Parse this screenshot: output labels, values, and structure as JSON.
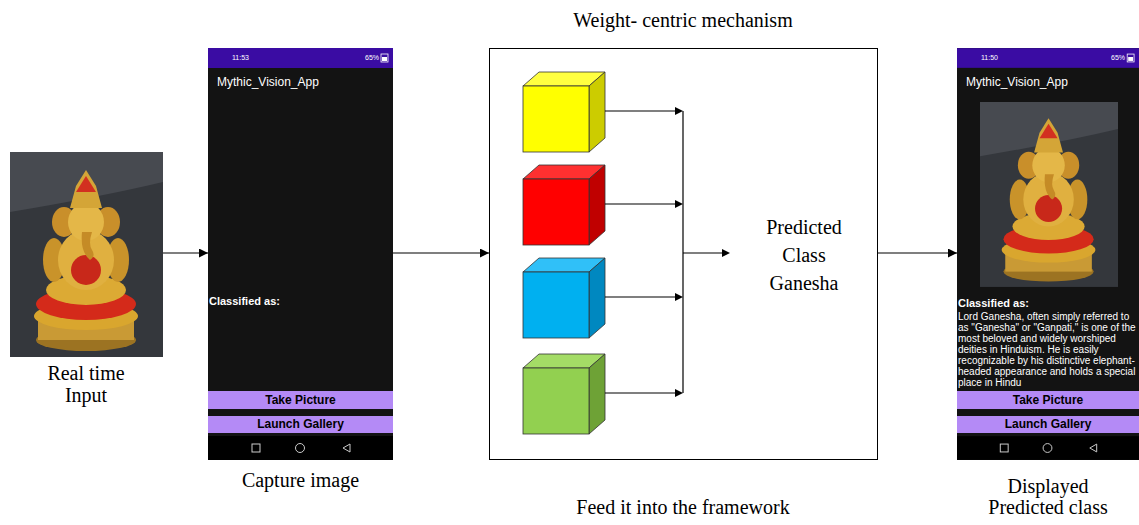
{
  "diagram": {
    "nodes": [
      {
        "text": [
          "Real time Input"
        ]
      },
      {
        "text": [
          "11:53",
          "65%",
          "Mythic_Vision_App",
          "Classified as:",
          "Capture image"
        ]
      },
      {
        "text": [
          "Take Picture"
        ],
        "in": 1
      },
      {
        "text": [
          "Launch Gallery"
        ],
        "in": 1
      },
      {
        "text": [
          "Weight- centric mechanism",
          "Predicted Class Ganesha",
          "Feed it into the framework"
        ]
      },
      {
        "text": [
          "11:50",
          "65%",
          "Mythic_Vision_App",
          "Classified as:",
          "Lord Ganesha, often simply referred to as \"Ganesha\" or \"Ganpati,\" is one of the most beloved and widely worshiped deities in Hinduism. He is easily recognizable by his distinctive elephant-headed appearance and holds a special place in Hindu",
          "Displayed Predicted class"
        ]
      },
      {
        "text": [
          "Take Picture"
        ],
        "in": 5
      },
      {
        "text": [
          "Launch Gallery"
        ],
        "in": 5
      }
    ],
    "edges": [
      {
        "from": 0,
        "to": 1,
        "arrow": "to"
      },
      {
        "from": 1,
        "to": 4,
        "arrow": "to"
      },
      {
        "from": 4,
        "to": 5,
        "arrow": "to"
      }
    ]
  }
}
